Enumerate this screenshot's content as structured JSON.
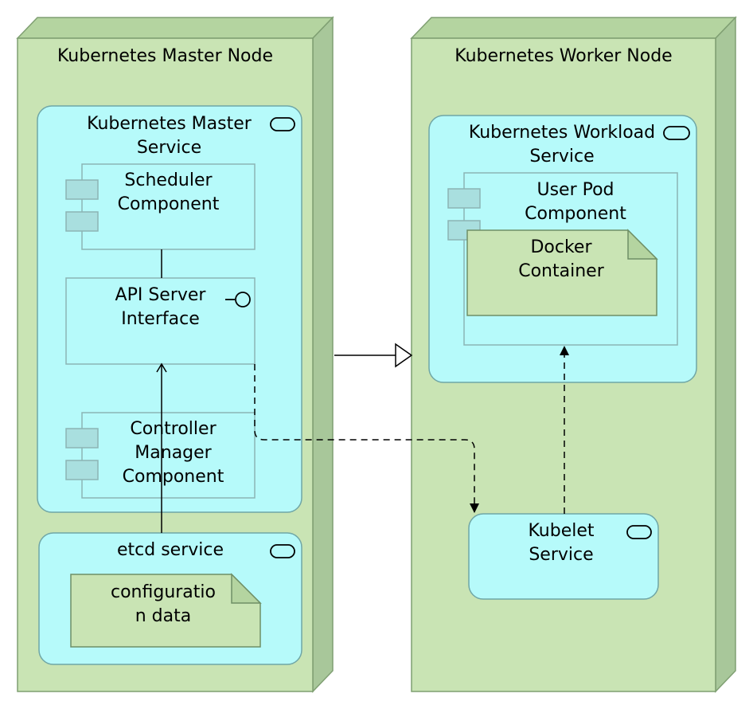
{
  "nodes": {
    "master": {
      "title": "Kubernetes Master Node"
    },
    "worker": {
      "title": "Kubernetes Worker Node"
    }
  },
  "services": {
    "master_service": {
      "line1": "Kubernetes Master",
      "line2": "Service"
    },
    "etcd": {
      "label": "etcd service"
    },
    "workload": {
      "line1": "Kubernetes Workload",
      "line2": "Service"
    },
    "kubelet": {
      "line1": "Kubelet",
      "line2": "Service"
    }
  },
  "components": {
    "scheduler": {
      "line1": "Scheduler",
      "line2": "Component"
    },
    "controller": {
      "line1": "Controller",
      "line2": "Manager",
      "line3": "Component"
    },
    "user_pod": {
      "line1": "User Pod",
      "line2": "Component"
    }
  },
  "interfaces": {
    "api_server": {
      "line1": "API Server",
      "line2": "Interface"
    }
  },
  "artifacts": {
    "config": {
      "line1": "configuratio",
      "line2": "n data"
    },
    "docker": {
      "line1": "Docker",
      "line2": "Container"
    }
  },
  "colors": {
    "node_fill": "#c9e4b4",
    "node_dark": "#a8c79a",
    "node_stroke": "#7f9f72",
    "service_fill": "#b6fafa",
    "service_stroke": "#6fa6a6",
    "component_stroke": "#8cb4b4",
    "component_tab": "#a9dfdf",
    "artifact_fill": "#c9e4b4",
    "artifact_stroke": "#6f8f66"
  }
}
